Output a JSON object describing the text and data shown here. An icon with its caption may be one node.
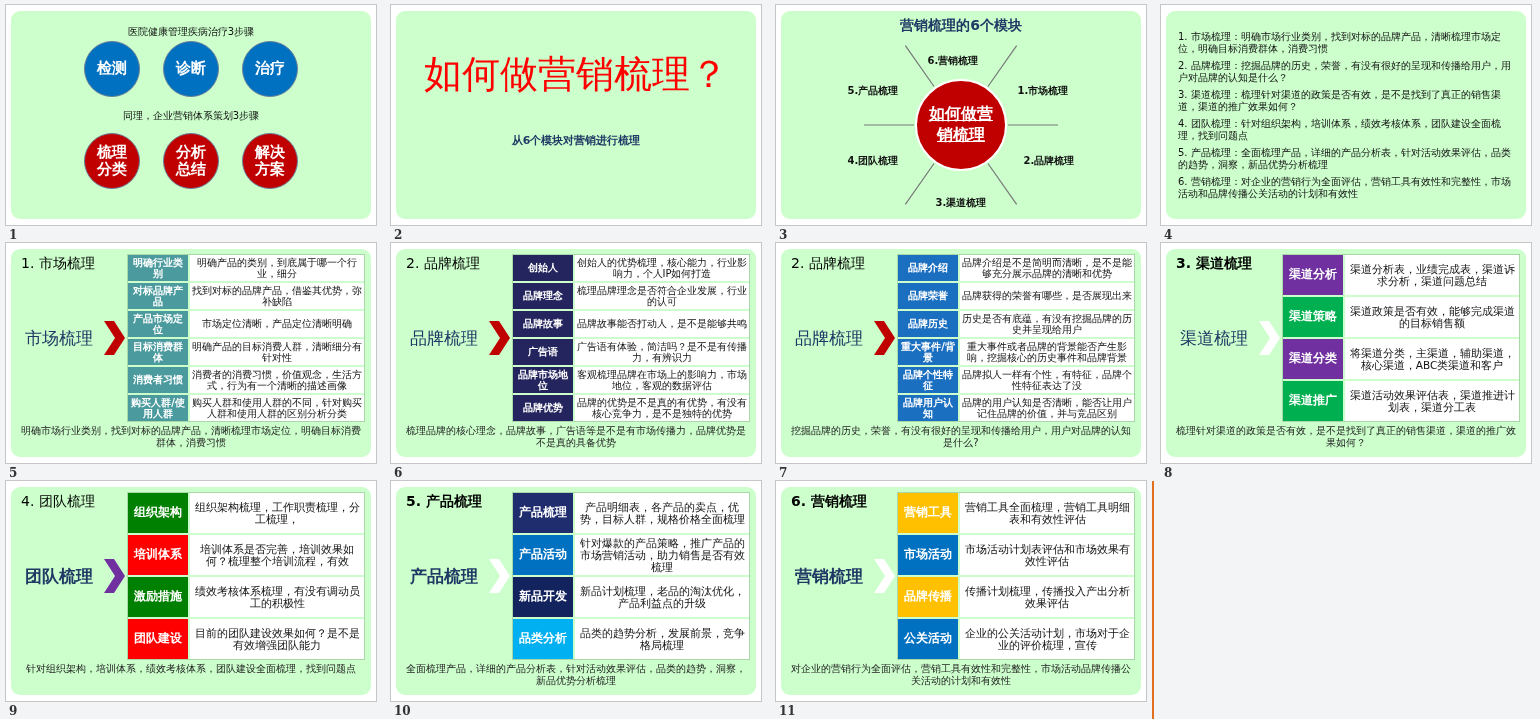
{
  "diagram": {
    "nodes": [
      {
        "text": [
          "医院健康管理疾病治疗3步骤",
          "同理，企业营销体系策划3步骤"
        ],
        "beside": [
          "1"
        ]
      },
      {
        "text": [
          "检测"
        ],
        "in": 0
      },
      {
        "text": [
          "诊断"
        ],
        "in": 0
      },
      {
        "text": [
          "治疗"
        ],
        "in": 0
      },
      {
        "text": [
          "梳理分类"
        ],
        "in": 0
      },
      {
        "text": [
          "分析总结"
        ],
        "in": 0
      },
      {
        "text": [
          "解决方案"
        ],
        "in": 0
      },
      {
        "text": [
          "如何做营销梳理？",
          "从6个模块对营销进行梳理"
        ],
        "beside": [
          "2"
        ]
      },
      {
        "text": [
          "营销梳理的6个模块",
          "6.营销梳理",
          "5.产品梳理",
          "1.市场梳理",
          "4.团队梳理",
          "2.品牌梳理",
          "3.渠道梳理"
        ],
        "beside": [
          "3"
        ]
      },
      {
        "text": [
          "如何做营销梳理"
        ],
        "in": 8
      },
      {
        "text": [
          "1. 市场梳理：明确市场行业类别，找到对标的品牌产品，清晰梳理市场定位，明确目标消费群体，消费习惯",
          "2. 品牌梳理：挖掘品牌的历史，荣誉，有没有很好的呈现和传播给用户，用户对品牌的认知是什么？",
          "3. 渠道梳理：梳理针对渠道的政策是否有效，是不是找到了真正的销售渠道，渠道的推广效果如何？",
          "4. 团队梳理：针对组织架构，培训体系，绩效考核体系，团队建设全面梳理，找到问题点",
          "5. 产品梳理：全面梳理产品，详细的产品分析表，针对活动效果评估，品类的趋势，洞察，新品优势分析梳理",
          "6. 营销梳理：对企业的营销行为全面评估，营销工具有效性和完整性，市场活动和品牌传播公关活动的计划和有效性"
        ],
        "beside": [
          "4"
        ]
      },
      {
        "text": [
          "1. 市场梳理",
          "明确市场行业类别，找到对标的品牌产品，清晰梳理市场定位，明确目标消费群体，消费习惯"
        ],
        "beside": [
          "5"
        ]
      },
      {
        "text": [
          "市场梳理"
        ],
        "in": 11
      },
      {
        "text": [],
        "shape": "box",
        "in": 11
      },
      {
        "text": [
          "明确行业类别"
        ],
        "in": 13
      },
      {
        "text": [
          "明确产品的类别，到底属于哪一个行业，细分"
        ],
        "in": 13
      },
      {
        "text": [
          "对标品牌产品"
        ],
        "in": 13
      },
      {
        "text": [
          "找到对标的品牌产品，借鉴其优势，弥补缺陷"
        ],
        "in": 13
      },
      {
        "text": [
          "产品市场定位"
        ],
        "in": 13
      },
      {
        "text": [
          "市场定位清晰，产品定位清晰明确"
        ],
        "in": 13
      },
      {
        "text": [
          "目标消费群体"
        ],
        "in": 13
      },
      {
        "text": [
          "明确产品的目标消费人群，清晰细分有针对性"
        ],
        "in": 13
      },
      {
        "text": [
          "消费者习惯"
        ],
        "in": 13
      },
      {
        "text": [
          "消费者的消费习惯，价值观念，生活方式，行为有一个清晰的描述画像"
        ],
        "in": 13
      },
      {
        "text": [
          "购买人群/使用人群"
        ],
        "in": 13
      },
      {
        "text": [
          "购买人群和使用人群的不同，针对购买人群和使用人群的区别分析分类"
        ],
        "in": 13
      },
      {
        "text": [
          "2. 品牌梳理",
          "梳理品牌的核心理念，品牌故事，广告语等是不是有市场传播力，品牌优势是不是真的具备优势"
        ],
        "beside": [
          "6"
        ]
      },
      {
        "text": [
          "品牌梳理"
        ],
        "in": 26
      },
      {
        "text": [],
        "shape": "box",
        "in": 26
      },
      {
        "text": [
          "创始人"
        ],
        "in": 28
      },
      {
        "text": [
          "创始人的优势梳理，核心能力，行业影响力，个人IP如何打造"
        ],
        "in": 28
      },
      {
        "text": [
          "品牌理念"
        ],
        "in": 28
      },
      {
        "text": [
          "梳理品牌理念是否符合企业发展，行业的认可"
        ],
        "in": 28
      },
      {
        "text": [
          "品牌故事"
        ],
        "in": 28
      },
      {
        "text": [
          "品牌故事能否打动人，是不是能够共鸣"
        ],
        "in": 28
      },
      {
        "text": [
          "广告语"
        ],
        "in": 28
      },
      {
        "text": [
          "广告语有体验，简洁吗？是不是有传播力，有辨识力"
        ],
        "in": 28
      },
      {
        "text": [
          "品牌市场地位"
        ],
        "in": 28
      },
      {
        "text": [
          "客观梳理品牌在市场上的影响力，市场地位，客观的数据评估"
        ],
        "in": 28
      },
      {
        "text": [
          "品牌优势"
        ],
        "in": 28
      },
      {
        "text": [
          "品牌的优势是不是真的有优势，有没有核心竞争力，是不是独特的优势"
        ],
        "in": 28
      },
      {
        "text": [
          "2. 品牌梳理",
          "挖掘品牌的历史，荣誉，有没有很好的呈现和传播给用户，用户对品牌的认知是什么?"
        ],
        "beside": [
          "7"
        ]
      },
      {
        "text": [
          "品牌梳理"
        ],
        "in": 41
      },
      {
        "text": [],
        "shape": "box",
        "in": 41
      },
      {
        "text": [
          "品牌介绍"
        ],
        "in": 43
      },
      {
        "text": [
          "品牌介绍是不是简明而清晰，是不是能够充分展示品牌的清晰和优势"
        ],
        "in": 43
      },
      {
        "text": [
          "品牌荣誉"
        ],
        "in": 43
      },
      {
        "text": [
          "品牌获得的荣誉有哪些，是否展现出来"
        ],
        "in": 43
      },
      {
        "text": [
          "品牌历史"
        ],
        "in": 43
      },
      {
        "text": [
          "历史是否有底蕴，有没有挖掘品牌的历史并呈现给用户"
        ],
        "in": 43
      },
      {
        "text": [
          "重大事件/背景"
        ],
        "in": 43
      },
      {
        "text": [
          "重大事件或者品牌的背景能否产生影响，挖掘核心的历史事件和品牌背景"
        ],
        "in": 43
      },
      {
        "text": [
          "品牌个性特征"
        ],
        "in": 43
      },
      {
        "text": [
          "品牌拟人一样有个性，有特征，品牌个性特征表达了没"
        ],
        "in": 43
      },
      {
        "text": [
          "品牌用户认知"
        ],
        "in": 43
      },
      {
        "text": [
          "品牌的用户认知是否清晰，能否让用户记住品牌的价值，并与竞品区别"
        ],
        "in": 43
      },
      {
        "text": [
          "3. 渠道梳理",
          "梳理针对渠道的政策是否有效，是不是找到了真正的销售渠道，渠道的推广效果如何？"
        ],
        "beside": [
          "8"
        ]
      },
      {
        "text": [
          "渠道梳理"
        ],
        "in": 56
      },
      {
        "text": [],
        "shape": "box",
        "in": 56
      },
      {
        "text": [
          "渠道分析"
        ],
        "in": 58
      },
      {
        "text": [
          "渠道分析表，业绩完成表，渠道诉求分析，渠道问题总结"
        ],
        "in": 58
      },
      {
        "text": [
          "渠道策略"
        ],
        "in": 58
      },
      {
        "text": [
          "渠道政策是否有效，能够完成渠道的目标销售额"
        ],
        "in": 58
      },
      {
        "text": [
          "渠道分类"
        ],
        "in": 58
      },
      {
        "text": [
          "将渠道分类，主渠道，辅助渠道，核心渠道，ABC类渠道和客户"
        ],
        "in": 58
      },
      {
        "text": [
          "渠道推广"
        ],
        "in": 58
      },
      {
        "text": [
          "渠道活动效果评估表，渠道推进计划表，渠道分工表"
        ],
        "in": 58
      },
      {
        "text": [
          "4. 团队梳理",
          "针对组织架构，培训体系，绩效考核体系，团队建设全面梳理，找到问题点"
        ],
        "beside": [
          "9"
        ]
      },
      {
        "text": [
          "团队梳理"
        ],
        "in": 67
      },
      {
        "text": [],
        "shape": "box",
        "in": 67
      },
      {
        "text": [
          "组织架构"
        ],
        "in": 69
      },
      {
        "text": [
          "组织架构梳理，工作职责梳理，分工梳理，"
        ],
        "in": 69
      },
      {
        "text": [
          "培训体系"
        ],
        "in": 69
      },
      {
        "text": [
          "培训体系是否完善，培训效果如何？梳理整个培训流程，有效"
        ],
        "in": 69
      },
      {
        "text": [
          "激励措施"
        ],
        "in": 69
      },
      {
        "text": [
          "绩效考核体系梳理，有没有调动员工的积极性"
        ],
        "in": 69
      },
      {
        "text": [
          "团队建设"
        ],
        "in": 69
      },
      {
        "text": [
          "目前的团队建设效果如何？是不是有效增强团队能力"
        ],
        "in": 69
      },
      {
        "text": [
          "5. 产品梳理",
          "全面梳理产品，详细的产品分析表，针对活动效果评估，品类的趋势，洞察，新品优势分析梳理"
        ],
        "beside": [
          "10"
        ]
      },
      {
        "text": [
          "产品梳理"
        ],
        "in": 78
      },
      {
        "text": [],
        "shape": "box",
        "in": 78
      },
      {
        "text": [
          "产品梳理"
        ],
        "in": 80
      },
      {
        "text": [
          "产品明细表，各产品的卖点，优势，目标人群，规格价格全面梳理"
        ],
        "in": 80
      },
      {
        "text": [
          "产品活动"
        ],
        "in": 80
      },
      {
        "text": [
          "针对爆款的产品策略，推广产品的市场营销活动，助力销售是否有效梳理"
        ],
        "in": 80
      },
      {
        "text": [
          "新品开发"
        ],
        "in": 80
      },
      {
        "text": [
          "新品计划梳理，老品的淘汰优化，产品利益点的升级"
        ],
        "in": 80
      },
      {
        "text": [
          "品类分析"
        ],
        "in": 80
      },
      {
        "text": [
          "品类的趋势分析，发展前景，竞争格局梳理"
        ],
        "in": 80
      },
      {
        "text": [
          "6. 营销梳理",
          "对企业的营销行为全面评估，营销工具有效性和完整性，市场活动品牌传播公关活动的计划和有效性"
        ],
        "beside": [
          "11"
        ]
      },
      {
        "text": [
          "营销梳理"
        ],
        "in": 89
      },
      {
        "text": [],
        "shape": "box",
        "in": 89
      },
      {
        "text": [
          "营销工具"
        ],
        "in": 91
      },
      {
        "text": [
          "营销工具全面梳理，营销工具明细表和有效性评估"
        ],
        "in": 91
      },
      {
        "text": [
          "市场活动"
        ],
        "in": 91
      },
      {
        "text": [
          "市场活动计划表评估和市场效果有效性评估"
        ],
        "in": 91
      },
      {
        "text": [
          "品牌传播"
        ],
        "in": 91
      },
      {
        "text": [
          "传播计划梳理，传播投入产出分析效果评估"
        ],
        "in": 91
      },
      {
        "text": [
          "公关活动"
        ],
        "in": 91
      },
      {
        "text": [
          "企业的公关活动计划，市场对于企业的评价梳理，宣传"
        ],
        "in": 91
      }
    ],
    "edges": [
      {
        "from": 9,
        "to": null,
        "arrow": "none"
      },
      {
        "from": 9,
        "to": null,
        "arrow": "none"
      },
      {
        "from": 9,
        "to": null,
        "arrow": "none"
      },
      {
        "from": 9,
        "to": null,
        "arrow": "none"
      },
      {
        "from": 9,
        "to": null,
        "arrow": "none"
      },
      {
        "from": 9,
        "to": null,
        "arrow": "none"
      },
      {
        "from": 12,
        "to": 13,
        "arrow": "to",
        "color": "#c00000"
      },
      {
        "from": 27,
        "to": 28,
        "arrow": "to",
        "color": "#c00000"
      },
      {
        "from": 42,
        "to": 43,
        "arrow": "to",
        "color": "#c00000"
      },
      {
        "from": 57,
        "to": 58,
        "arrow": "to",
        "color": "#ffffff"
      },
      {
        "from": 68,
        "to": 69,
        "arrow": "to",
        "color": "#7030a0"
      },
      {
        "from": 79,
        "to": 80,
        "arrow": "to",
        "color": "#ffffff"
      },
      {
        "from": 90,
        "to": 91,
        "arrow": "to",
        "color": "#ffffff"
      }
    ]
  }
}
